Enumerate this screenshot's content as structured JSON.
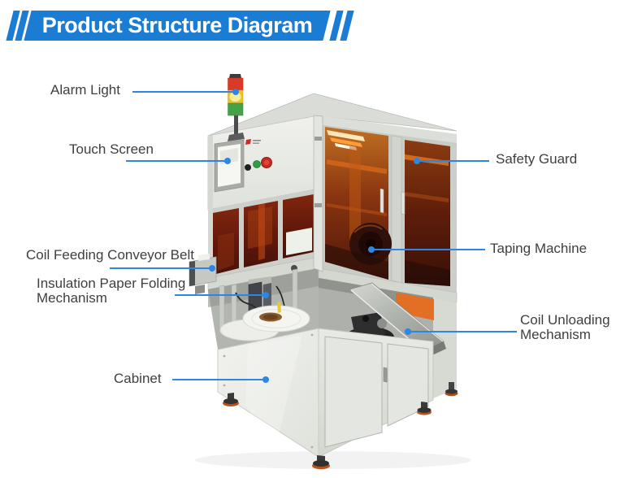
{
  "title": {
    "text": "Product Structure Diagram",
    "banner_color": "#1a7cd3",
    "text_color": "#ffffff"
  },
  "labels": [
    {
      "id": "alarm-light",
      "text": "Alarm Light"
    },
    {
      "id": "touch-screen",
      "text": "Touch Screen"
    },
    {
      "id": "safety-guard",
      "text": "Safety Guard"
    },
    {
      "id": "coil-feeding-conveyor-belt",
      "text": "Coil Feeding Conveyor Belt"
    },
    {
      "id": "insulation-paper-folding-mechanism",
      "text": "Insulation Paper Folding Mechanism"
    },
    {
      "id": "taping-machine",
      "text": "Taping Machine"
    },
    {
      "id": "coil-unloading-mechanism",
      "text": "Coil Unloading Mechanism"
    },
    {
      "id": "cabinet",
      "text": "Cabinet"
    }
  ],
  "style": {
    "leader_line_color": "#2d86e3",
    "label_text_color": "#3f3f3f",
    "alarm_light_colors": {
      "red": "#dc3a28",
      "yellow": "#ecc22c",
      "green": "#44a248"
    },
    "safety_window_tint": "#8a3510",
    "cabinet_color": "#eceee9",
    "frame_color": "#c9ccc6"
  }
}
